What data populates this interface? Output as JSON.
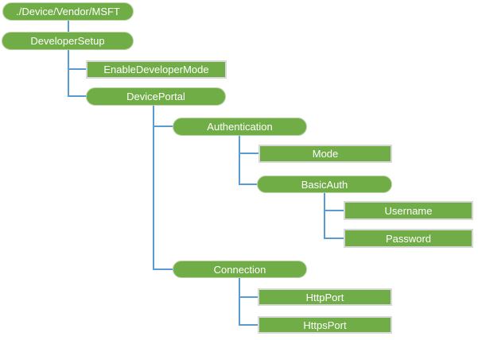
{
  "diagram": {
    "type": "tree",
    "description": "Configuration service provider node tree",
    "nodes": [
      {
        "id": "root",
        "label": "./Device/Vendor/MSFT",
        "shape": "pill",
        "parent": null
      },
      {
        "id": "developer-setup",
        "label": "DeveloperSetup",
        "shape": "pill",
        "parent": "root"
      },
      {
        "id": "enable-developer-mode",
        "label": "EnableDeveloperMode",
        "shape": "rect",
        "parent": "developer-setup"
      },
      {
        "id": "device-portal",
        "label": "DevicePortal",
        "shape": "pill",
        "parent": "developer-setup"
      },
      {
        "id": "authentication",
        "label": "Authentication",
        "shape": "pill",
        "parent": "device-portal"
      },
      {
        "id": "mode",
        "label": "Mode",
        "shape": "rect",
        "parent": "authentication"
      },
      {
        "id": "basic-auth",
        "label": "BasicAuth",
        "shape": "pill",
        "parent": "authentication"
      },
      {
        "id": "username",
        "label": "Username",
        "shape": "rect",
        "parent": "basic-auth"
      },
      {
        "id": "password",
        "label": "Password",
        "shape": "rect",
        "parent": "basic-auth"
      },
      {
        "id": "connection",
        "label": "Connection",
        "shape": "pill",
        "parent": "device-portal"
      },
      {
        "id": "http-port",
        "label": "HttpPort",
        "shape": "rect",
        "parent": "connection"
      },
      {
        "id": "https-port",
        "label": "HttpsPort",
        "shape": "rect",
        "parent": "connection"
      }
    ],
    "colors": {
      "node_fill": "#70AD47",
      "node_text": "#FFFFFF",
      "connector": "#5B9BD5",
      "rect_border": "#D8D8D8",
      "pill_border": "#B8D3A2",
      "background": "#FFFFFF"
    }
  }
}
